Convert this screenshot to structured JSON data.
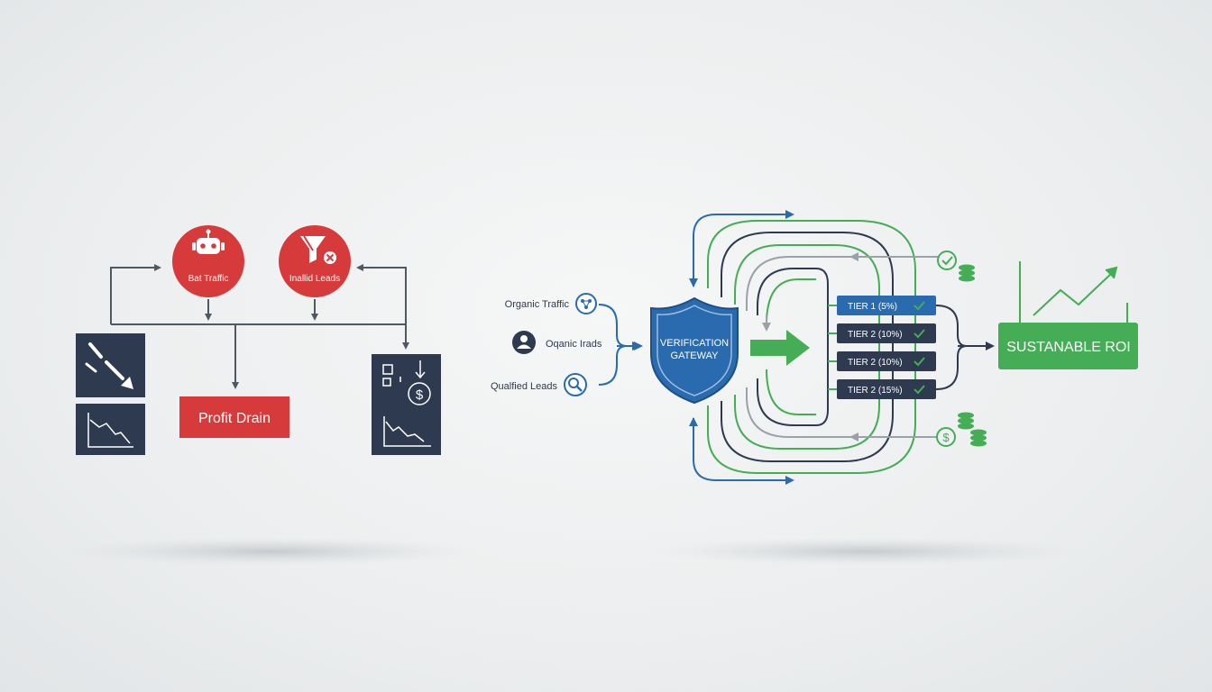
{
  "left": {
    "bot_traffic": "Bat Traffic",
    "invalid_leads": "Inallid Leads",
    "profit_drain": "Profit Drain"
  },
  "inputs": {
    "organic_traffic": "Organic Traffic",
    "organic_leads": "Oqanic Irads",
    "qualified_leads": "Qualfied Leads"
  },
  "gateway": {
    "line1": "VERIFICATION",
    "line2": "GATEWAY"
  },
  "tiers": [
    {
      "label": "TIER 1 (5%)"
    },
    {
      "label": "TIER 2 (10%)"
    },
    {
      "label": "TIER 2 (10%)"
    },
    {
      "label": "TIER 2 (15%)"
    }
  ],
  "roi": "SUSTANABLE ROI",
  "colors": {
    "red": "#d63a3a",
    "navy": "#2d3a4f",
    "blue": "#2a6bb0",
    "green": "#45ad55",
    "gray": "#4f5964"
  }
}
